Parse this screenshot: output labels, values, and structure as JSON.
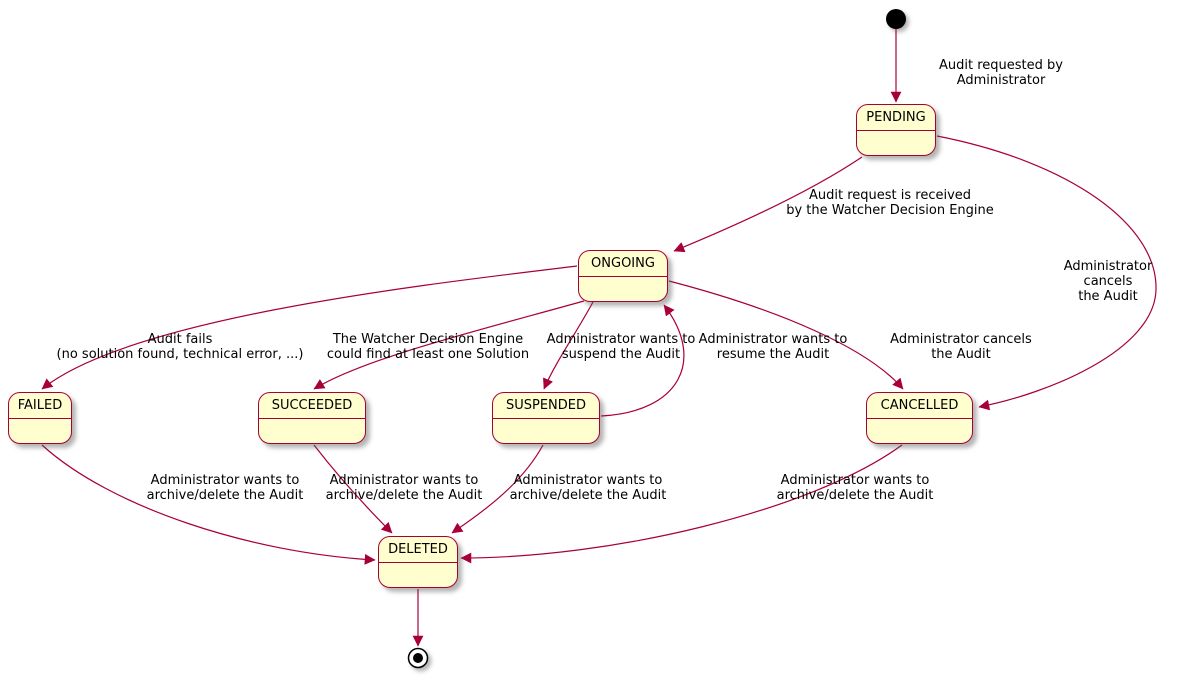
{
  "diagram": {
    "kind": "state-machine",
    "colors": {
      "state_fill": "#fefece",
      "state_border": "#a80036",
      "arrow": "#a80036",
      "text": "#000000",
      "background": "#ffffff"
    },
    "states": [
      {
        "id": "pending",
        "label": "PENDING"
      },
      {
        "id": "ongoing",
        "label": "ONGOING"
      },
      {
        "id": "failed",
        "label": "FAILED"
      },
      {
        "id": "succeeded",
        "label": "SUCCEEDED"
      },
      {
        "id": "suspended",
        "label": "SUSPENDED"
      },
      {
        "id": "cancelled",
        "label": "CANCELLED"
      },
      {
        "id": "deleted",
        "label": "DELETED"
      }
    ],
    "transitions": [
      {
        "from": "initial",
        "to": "PENDING",
        "label": "Audit requested by Administrator"
      },
      {
        "from": "PENDING",
        "to": "ONGOING",
        "label": "Audit request is received\nby the Watcher Decision Engine"
      },
      {
        "from": "PENDING",
        "to": "CANCELLED",
        "label": "Administrator cancels\nthe Audit"
      },
      {
        "from": "ONGOING",
        "to": "FAILED",
        "label": "Audit fails\n(no solution found, technical error, ...)"
      },
      {
        "from": "ONGOING",
        "to": "SUCCEEDED",
        "label": "The Watcher Decision Engine\ncould find at least one Solution"
      },
      {
        "from": "ONGOING",
        "to": "SUSPENDED",
        "label": "Administrator wants to\nsuspend the Audit"
      },
      {
        "from": "SUSPENDED",
        "to": "ONGOING",
        "label": "Administrator wants to\nresume the Audit"
      },
      {
        "from": "ONGOING",
        "to": "CANCELLED",
        "label": "Administrator cancels\nthe Audit"
      },
      {
        "from": "FAILED",
        "to": "DELETED",
        "label": "Administrator wants to\narchive/delete the Audit"
      },
      {
        "from": "SUCCEEDED",
        "to": "DELETED",
        "label": "Administrator wants to\narchive/delete the Audit"
      },
      {
        "from": "SUSPENDED",
        "to": "DELETED",
        "label": "Administrator wants to\narchive/delete the Audit"
      },
      {
        "from": "CANCELLED",
        "to": "DELETED",
        "label": "Administrator wants to\narchive/delete the Audit"
      },
      {
        "from": "DELETED",
        "to": "final",
        "label": ""
      }
    ]
  }
}
